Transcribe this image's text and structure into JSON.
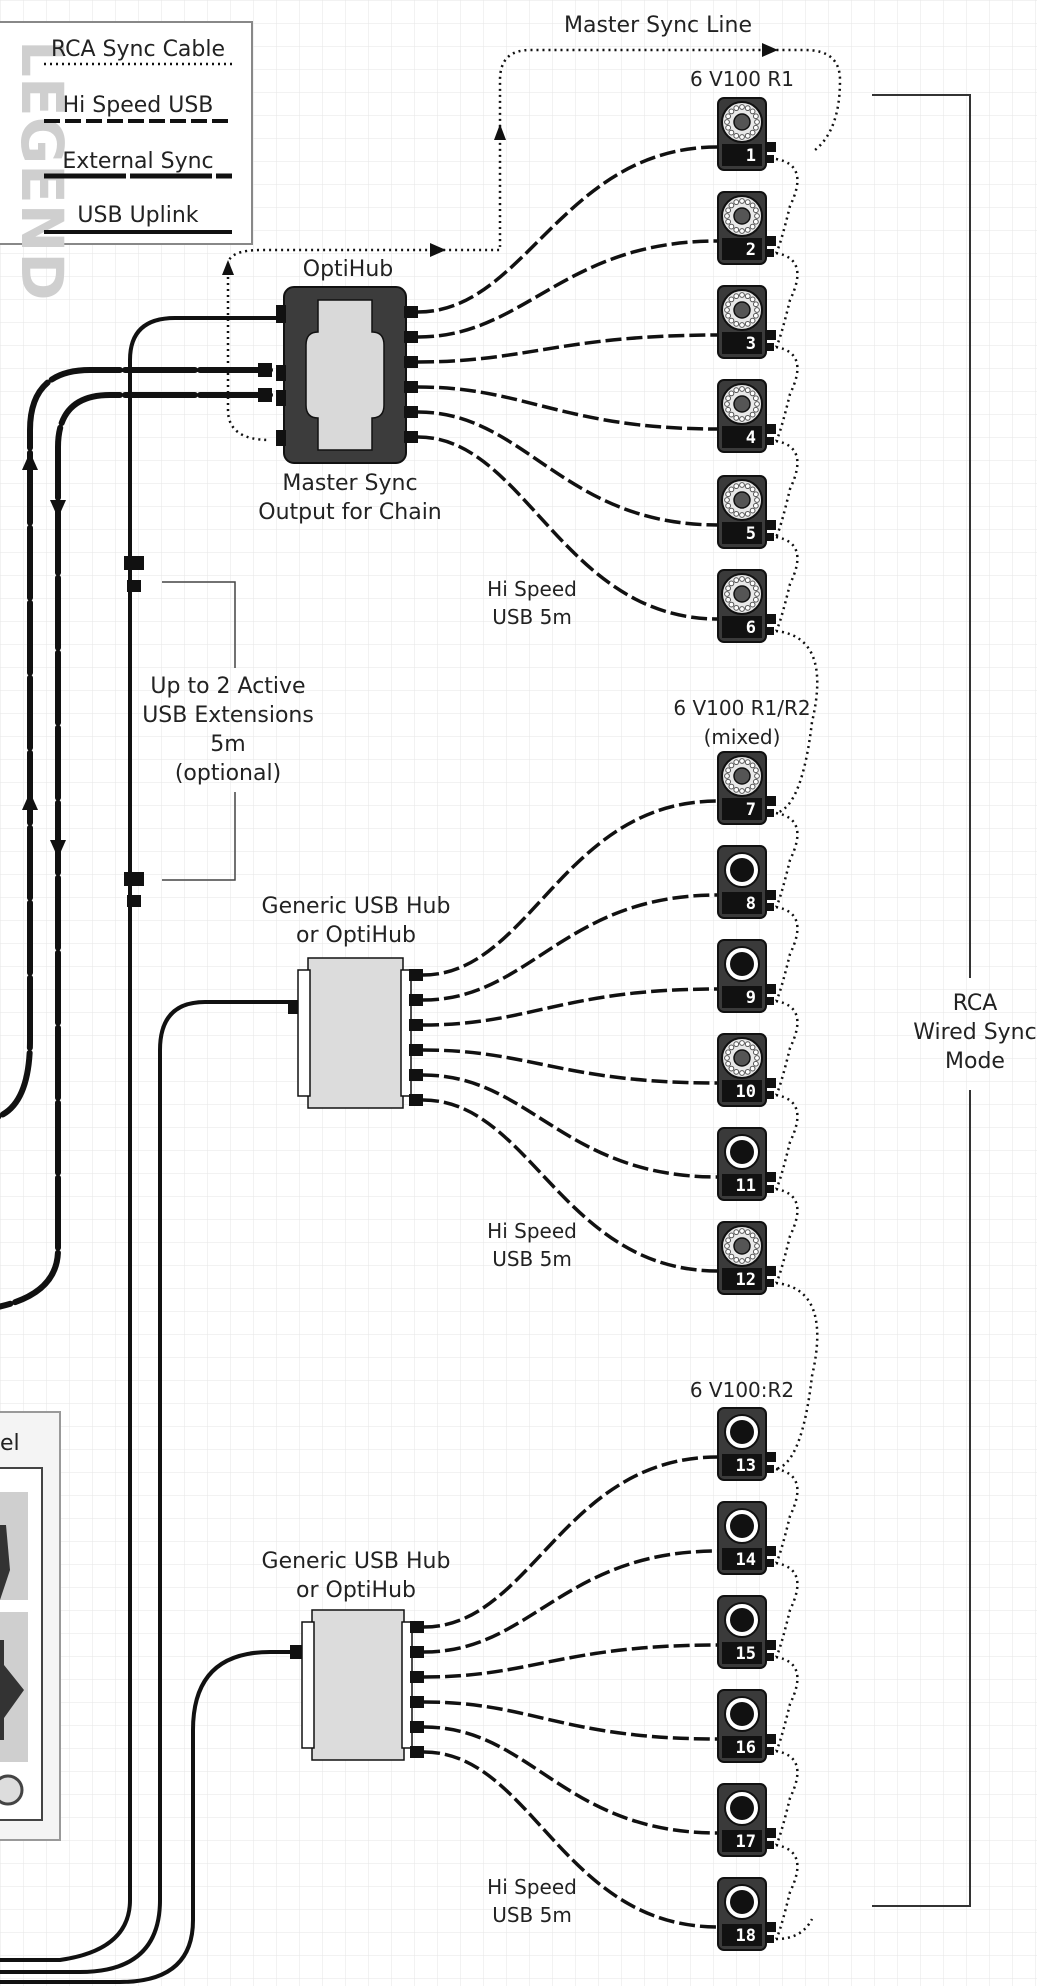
{
  "legend": {
    "title": "LEGEND",
    "items": [
      {
        "label": "RCA Sync Cable",
        "style": "dotted"
      },
      {
        "label": "Hi Speed USB",
        "style": "dashed"
      },
      {
        "label": "External Sync",
        "style": "long-dash"
      },
      {
        "label": "USB Uplink",
        "style": "solid"
      }
    ]
  },
  "labels": {
    "master_sync_line": "Master Sync Line",
    "optihub": "OptiHub",
    "master_sync_output": [
      "Master Sync",
      "Output for Chain"
    ],
    "usb_extensions": [
      "Up to 2 Active",
      "USB Extensions",
      "5m",
      "(optional)"
    ],
    "hub2": [
      "Generic USB Hub",
      "or OptiHub"
    ],
    "hub3": [
      "Generic USB Hub",
      "or OptiHub"
    ],
    "hi_speed_1": [
      "Hi Speed",
      "USB 5m"
    ],
    "hi_speed_2": [
      "Hi Speed",
      "USB 5m"
    ],
    "hi_speed_3": [
      "Hi Speed",
      "USB 5m"
    ],
    "sync_mode": [
      "RCA",
      "Wired Sync",
      "Mode"
    ],
    "partial_panel": "el"
  },
  "groups": [
    {
      "title": [
        "6 V100 R1"
      ]
    },
    {
      "title": [
        "6 V100 R1/R2",
        "(mixed)"
      ]
    },
    {
      "title": [
        "6 V100:R2"
      ]
    }
  ],
  "cameras": [
    {
      "number": "1",
      "model": "R1"
    },
    {
      "number": "2",
      "model": "R1"
    },
    {
      "number": "3",
      "model": "R1"
    },
    {
      "number": "4",
      "model": "R1"
    },
    {
      "number": "5",
      "model": "R1"
    },
    {
      "number": "6",
      "model": "R1"
    },
    {
      "number": "7",
      "model": "R1"
    },
    {
      "number": "8",
      "model": "R2"
    },
    {
      "number": "9",
      "model": "R2"
    },
    {
      "number": "10",
      "model": "R1"
    },
    {
      "number": "11",
      "model": "R2"
    },
    {
      "number": "12",
      "model": "R1"
    },
    {
      "number": "13",
      "model": "R2"
    },
    {
      "number": "14",
      "model": "R2"
    },
    {
      "number": "15",
      "model": "R2"
    },
    {
      "number": "16",
      "model": "R2"
    },
    {
      "number": "17",
      "model": "R2"
    },
    {
      "number": "18",
      "model": "R2"
    }
  ],
  "colors": {
    "cable": "#111111",
    "hub_dark": "#3a3a3a",
    "hub_light": "#d9d9d9",
    "grid": "#e6e6e6"
  }
}
